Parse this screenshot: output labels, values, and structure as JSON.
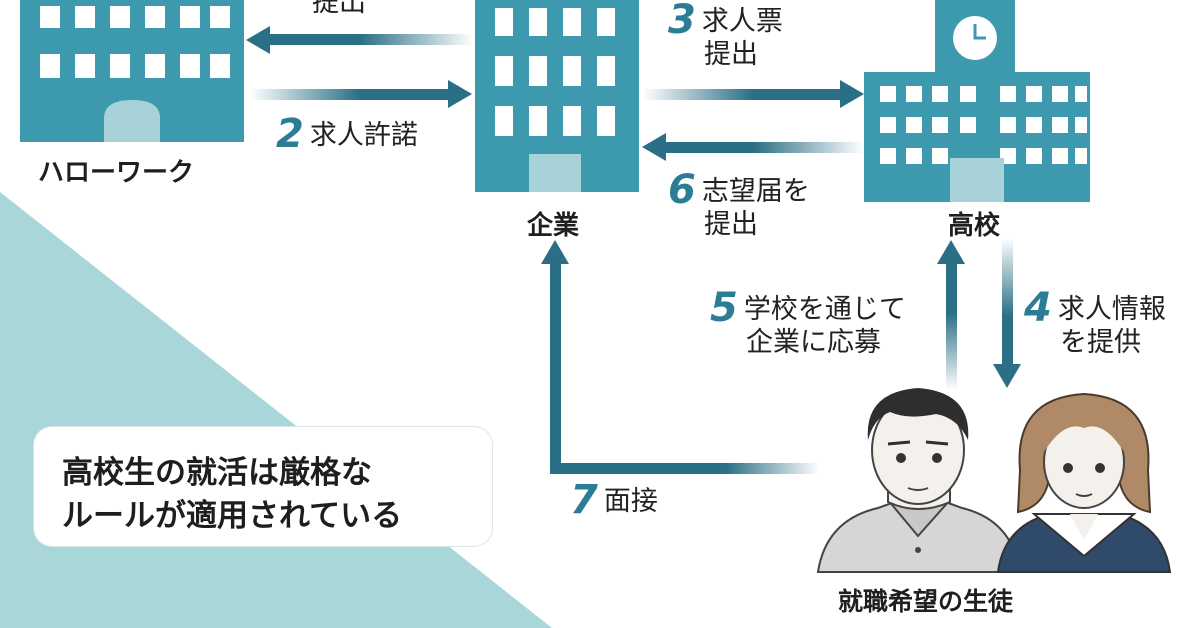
{
  "nodes": {
    "hellowork": "ハローワーク",
    "company": "企業",
    "school": "高校",
    "students": "就職希望の生徒"
  },
  "steps": {
    "s1_line2": "提出",
    "s2_num": "2",
    "s2_text": "求人許諾",
    "s3_num": "3",
    "s3_line1": "求人票",
    "s3_line2": "提出",
    "s4_num": "4",
    "s4_line1": "求人情",
    "s4_line1b": "報",
    "s4_line2": "を提供",
    "s5_num": "5",
    "s5_line1": "学校を通じて",
    "s5_line2": "企業に応募",
    "s6_num": "6",
    "s6_line1": "志望届を",
    "s6_line2": "提出",
    "s7_num": "7",
    "s7_text": "面接"
  },
  "note": {
    "line1": "高校生の就活は厳格な",
    "line2": "ルールが適用されている"
  },
  "colors": {
    "building": "#3d9aae",
    "building_window": "#ffffff",
    "building_door": "#a6d2d8",
    "arrow": "#2a6f86",
    "number": "#2c7c95",
    "background_triangle": "#a9d6d8"
  }
}
